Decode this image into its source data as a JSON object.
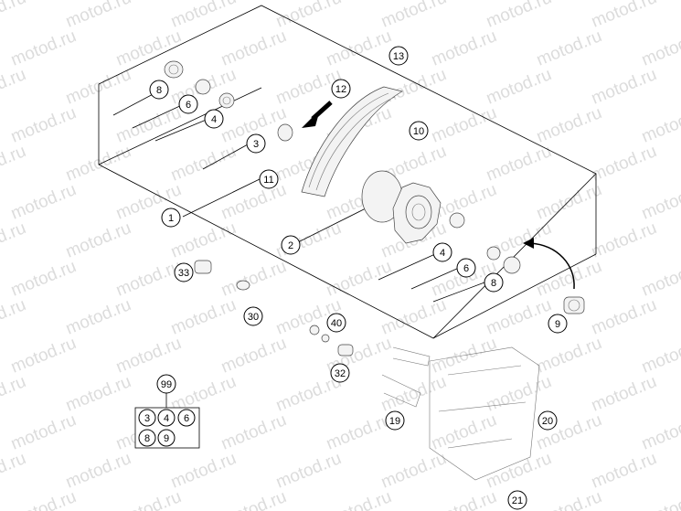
{
  "watermark": "motod.ru",
  "callouts": [
    {
      "id": "c1",
      "label": "1"
    },
    {
      "id": "c2",
      "label": "2"
    },
    {
      "id": "c3a",
      "label": "3"
    },
    {
      "id": "c4a",
      "label": "4"
    },
    {
      "id": "c4b",
      "label": "4"
    },
    {
      "id": "c6a",
      "label": "6"
    },
    {
      "id": "c6b",
      "label": "6"
    },
    {
      "id": "c8a",
      "label": "8"
    },
    {
      "id": "c8b",
      "label": "8"
    },
    {
      "id": "c9",
      "label": "9"
    },
    {
      "id": "c10",
      "label": "10"
    },
    {
      "id": "c11",
      "label": "11"
    },
    {
      "id": "c12",
      "label": "12"
    },
    {
      "id": "c13",
      "label": "13"
    },
    {
      "id": "c19",
      "label": "19"
    },
    {
      "id": "c20",
      "label": "20"
    },
    {
      "id": "c21",
      "label": "21"
    },
    {
      "id": "c30",
      "label": "30"
    },
    {
      "id": "c32",
      "label": "32"
    },
    {
      "id": "c33",
      "label": "33"
    },
    {
      "id": "c40",
      "label": "40"
    },
    {
      "id": "c99",
      "label": "99"
    }
  ],
  "kit": {
    "row1": [
      "3",
      "4",
      "6"
    ],
    "row2": [
      "8",
      "9"
    ]
  }
}
